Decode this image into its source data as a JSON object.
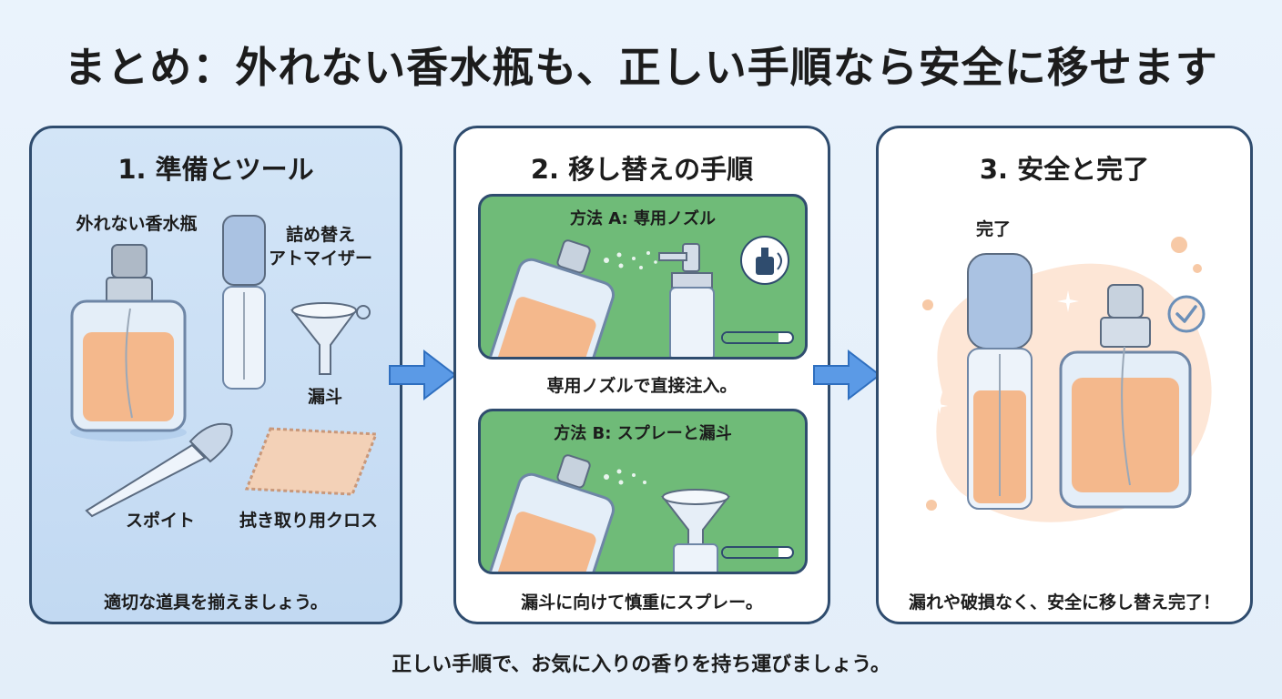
{
  "title": "まとめ：外れない香水瓶も、正しい手順なら安全に移せます",
  "panels": {
    "prep": {
      "heading": "1. 準備とツール",
      "label_bottle": "外れない香水瓶",
      "label_atomizer": "詰め替え\nアトマイザー",
      "label_funnel": "漏斗",
      "label_dropper": "スポイト",
      "label_cloth": "拭き取り用クロス",
      "caption": "適切な道具を揃えましょう。"
    },
    "steps": {
      "heading": "2. 移し替えの手順",
      "method_a": {
        "title": "方法 A: 専用ノズル",
        "caption": "専用ノズルで直接注入。",
        "progress": 0.8
      },
      "method_b": {
        "title": "方法 B: スプレーと漏斗",
        "caption": "漏斗に向けて慎重にスプレー。",
        "progress": 0.8
      }
    },
    "done": {
      "heading": "3. 安全と完了",
      "label_done": "完了",
      "caption": "漏れや破損なく、安全に移し替え完了！"
    }
  },
  "footer": "正しい手順で、お気に入りの香りを持ち運びましょう。",
  "colors": {
    "border": "#2f4c6e",
    "liquid": "#f4b88c",
    "green": "#6fbb78",
    "arrow": "#4a8fe0",
    "panel_blue": "#c8ddf4"
  },
  "icons": [
    "perfume-bottle-icon",
    "atomizer-icon",
    "funnel-icon",
    "dropper-icon",
    "cloth-icon",
    "arrow-right-icon",
    "nozzle-transfer-icon",
    "checkmark-icon",
    "sparkle-icon"
  ]
}
